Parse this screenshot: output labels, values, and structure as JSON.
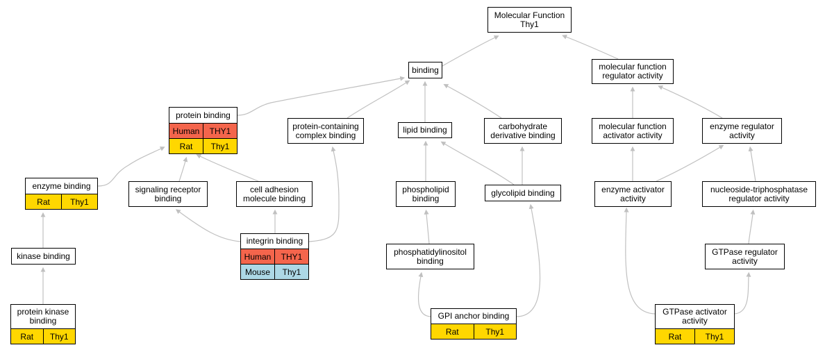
{
  "colors": {
    "edge": "#c0c0c0",
    "human": "#f4654c",
    "rat": "#ffd700",
    "mouse": "#add8e6"
  },
  "nodes": [
    {
      "id": "mf",
      "lines": [
        "Molecular Function",
        "Thy1"
      ]
    },
    {
      "id": "binding",
      "lines": [
        "binding"
      ]
    },
    {
      "id": "mfra",
      "lines": [
        "molecular function",
        "regulator activity"
      ]
    },
    {
      "id": "protein_binding",
      "lines": [
        "protein binding"
      ],
      "rows": [
        {
          "species": "Human",
          "gene": "THY1",
          "color": "#f4654c"
        },
        {
          "species": "Rat",
          "gene": "Thy1",
          "color": "#ffd700"
        }
      ]
    },
    {
      "id": "pccb",
      "lines": [
        "protein-containing",
        "complex binding"
      ]
    },
    {
      "id": "lipid_binding",
      "lines": [
        "lipid binding"
      ]
    },
    {
      "id": "cdb",
      "lines": [
        "carbohydrate",
        "derivative binding"
      ]
    },
    {
      "id": "mfaa",
      "lines": [
        "molecular function",
        "activator activity"
      ]
    },
    {
      "id": "era",
      "lines": [
        "enzyme regulator",
        "activity"
      ]
    },
    {
      "id": "enzyme_binding",
      "lines": [
        "enzyme binding"
      ],
      "rows": [
        {
          "species": "Rat",
          "gene": "Thy1",
          "color": "#ffd700"
        }
      ]
    },
    {
      "id": "srb",
      "lines": [
        "signaling receptor",
        "binding"
      ]
    },
    {
      "id": "camb",
      "lines": [
        "cell adhesion",
        "molecule binding"
      ]
    },
    {
      "id": "phospholipid",
      "lines": [
        "phospholipid",
        "binding"
      ]
    },
    {
      "id": "glycolipid",
      "lines": [
        "glycolipid binding"
      ]
    },
    {
      "id": "eaa",
      "lines": [
        "enzyme activator",
        "activity"
      ]
    },
    {
      "id": "ntpra",
      "lines": [
        "nucleoside-triphosphatase",
        "regulator activity"
      ]
    },
    {
      "id": "integrin",
      "lines": [
        "integrin binding"
      ],
      "rows": [
        {
          "species": "Human",
          "gene": "THY1",
          "color": "#f4654c"
        },
        {
          "species": "Mouse",
          "gene": "Thy1",
          "color": "#add8e6"
        }
      ]
    },
    {
      "id": "kinase",
      "lines": [
        "kinase binding"
      ]
    },
    {
      "id": "pib",
      "lines": [
        "phosphatidylinositol",
        "binding"
      ]
    },
    {
      "id": "gtpase_ra",
      "lines": [
        "GTPase regulator",
        "activity"
      ]
    },
    {
      "id": "pkb",
      "lines": [
        "protein kinase",
        "binding"
      ],
      "rows": [
        {
          "species": "Rat",
          "gene": "Thy1",
          "color": "#ffd700"
        }
      ]
    },
    {
      "id": "gpi",
      "lines": [
        "GPI anchor binding"
      ],
      "rows": [
        {
          "species": "Rat",
          "gene": "Thy1",
          "color": "#ffd700"
        }
      ]
    },
    {
      "id": "gtpase_aa",
      "lines": [
        "GTPase activator",
        "activity"
      ],
      "rows": [
        {
          "species": "Rat",
          "gene": "Thy1",
          "color": "#ffd700"
        }
      ]
    }
  ],
  "edges": [
    [
      "binding",
      "mf"
    ],
    [
      "mfra",
      "mf"
    ],
    [
      "protein_binding",
      "binding"
    ],
    [
      "pccb",
      "binding"
    ],
    [
      "lipid_binding",
      "binding"
    ],
    [
      "cdb",
      "binding"
    ],
    [
      "mfaa",
      "mfra"
    ],
    [
      "era",
      "mfra"
    ],
    [
      "enzyme_binding",
      "protein_binding"
    ],
    [
      "srb",
      "protein_binding"
    ],
    [
      "camb",
      "protein_binding"
    ],
    [
      "integrin",
      "srb"
    ],
    [
      "integrin",
      "camb"
    ],
    [
      "integrin",
      "pccb"
    ],
    [
      "kinase",
      "enzyme_binding"
    ],
    [
      "pkb",
      "kinase"
    ],
    [
      "phospholipid",
      "lipid_binding"
    ],
    [
      "glycolipid",
      "lipid_binding"
    ],
    [
      "glycolipid",
      "cdb"
    ],
    [
      "pib",
      "phospholipid"
    ],
    [
      "gpi",
      "pib"
    ],
    [
      "gpi",
      "glycolipid"
    ],
    [
      "eaa",
      "mfaa"
    ],
    [
      "eaa",
      "era"
    ],
    [
      "ntpra",
      "era"
    ],
    [
      "gtpase_ra",
      "ntpra"
    ],
    [
      "gtpase_aa",
      "eaa"
    ],
    [
      "gtpase_aa",
      "gtpase_ra"
    ]
  ]
}
